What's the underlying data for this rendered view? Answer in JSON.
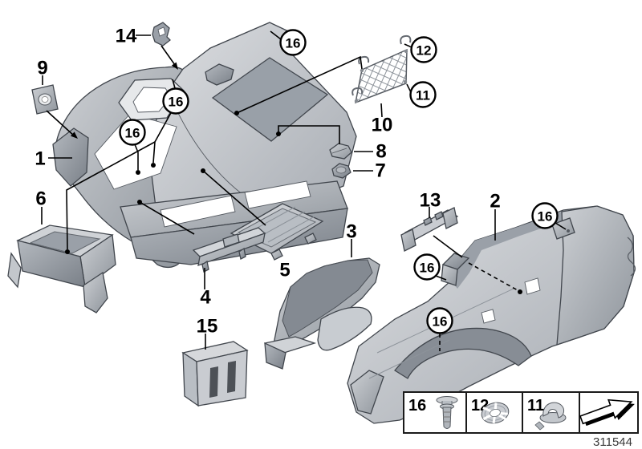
{
  "figure": {
    "type": "exploded-parts-diagram",
    "drawing_number": "311544",
    "callouts": [
      {
        "label": "14"
      },
      {
        "label": "9"
      },
      {
        "label": "1"
      },
      {
        "label": "6"
      },
      {
        "label": "10"
      },
      {
        "label": "8"
      },
      {
        "label": "7"
      },
      {
        "label": "13"
      },
      {
        "label": "2"
      },
      {
        "label": "3"
      },
      {
        "label": "5"
      },
      {
        "label": "4"
      },
      {
        "label": "15"
      }
    ],
    "fastener_callouts": [
      {
        "label": "16"
      },
      {
        "label": "16"
      },
      {
        "label": "16"
      },
      {
        "label": "12"
      },
      {
        "label": "11"
      },
      {
        "label": "16"
      },
      {
        "label": "16"
      },
      {
        "label": "16"
      }
    ],
    "legend": {
      "cells": [
        {
          "label": "16",
          "icon": "expanding-rivet-icon"
        },
        {
          "label": "12",
          "icon": "lock-washer-icon"
        },
        {
          "label": "11",
          "icon": "clamp-grommet-icon"
        },
        {
          "label": "",
          "icon": "direction-arrow-icon"
        }
      ]
    },
    "colors": {
      "background": "#ffffff",
      "part_fill_light": "#dcdee1",
      "part_fill_mid": "#c0c4c9",
      "part_fill_dark": "#8f959c",
      "outline": "#41464d",
      "line": "#000000"
    }
  }
}
